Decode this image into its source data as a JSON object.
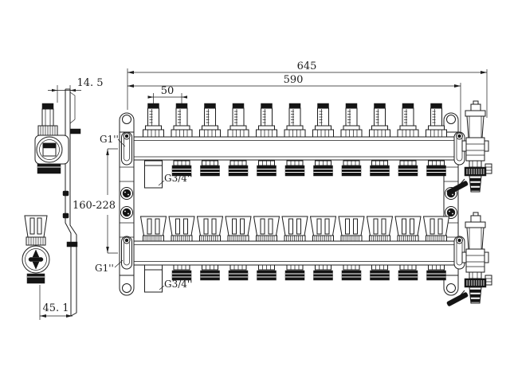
{
  "page": {
    "background": "#ffffff"
  },
  "drawing": {
    "labels": {
      "overall_width": "645",
      "mounting_width": "590",
      "port_spacing": "50",
      "bracket_offset": "14. 5",
      "side_depth": "45. 1",
      "center_distance_range": "160-228",
      "main_port_top": "G1''",
      "main_port_bottom": "G1''",
      "branch_port_top": "G3/4''",
      "branch_port_bottom": "G3/4''"
    },
    "manifold": {
      "circuits": 11
    },
    "colors": {
      "line": "#1c1c1c",
      "dark_fill": "#141414"
    }
  }
}
